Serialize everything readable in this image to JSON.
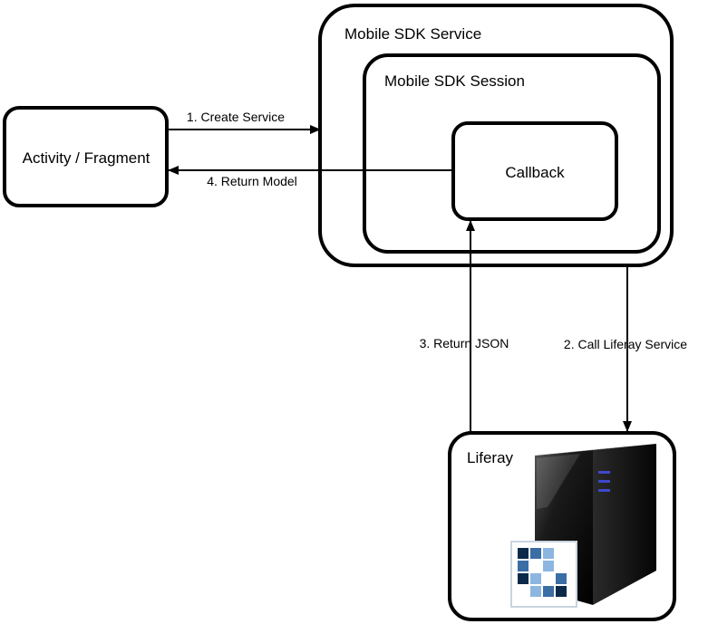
{
  "nodes": {
    "activity": {
      "label": "Activity / Fragment"
    },
    "service": {
      "label": "Mobile SDK Service"
    },
    "session": {
      "label": "Mobile SDK Session"
    },
    "callback": {
      "label": "Callback"
    },
    "liferay": {
      "label": "Liferay"
    }
  },
  "edges": [
    {
      "id": "create-service",
      "label": "1. Create Service",
      "from": "activity",
      "to": "service"
    },
    {
      "id": "call-liferay-service",
      "label": "2. Call Liferay Service",
      "from": "service",
      "to": "liferay"
    },
    {
      "id": "return-json",
      "label": "3. Return JSON",
      "from": "liferay",
      "to": "callback"
    },
    {
      "id": "return-model",
      "label": "4. Return Model",
      "from": "callback",
      "to": "activity"
    }
  ],
  "icons": {
    "server": "server-tower-icon",
    "logo": "liferay-logo-icon"
  },
  "colors": {
    "stroke": "#000000",
    "background": "#ffffff",
    "server_led": "#3f48cc",
    "logo_dark": "#0b2a4a",
    "logo_mid": "#3a6ea5",
    "logo_light": "#8cb6e0"
  }
}
